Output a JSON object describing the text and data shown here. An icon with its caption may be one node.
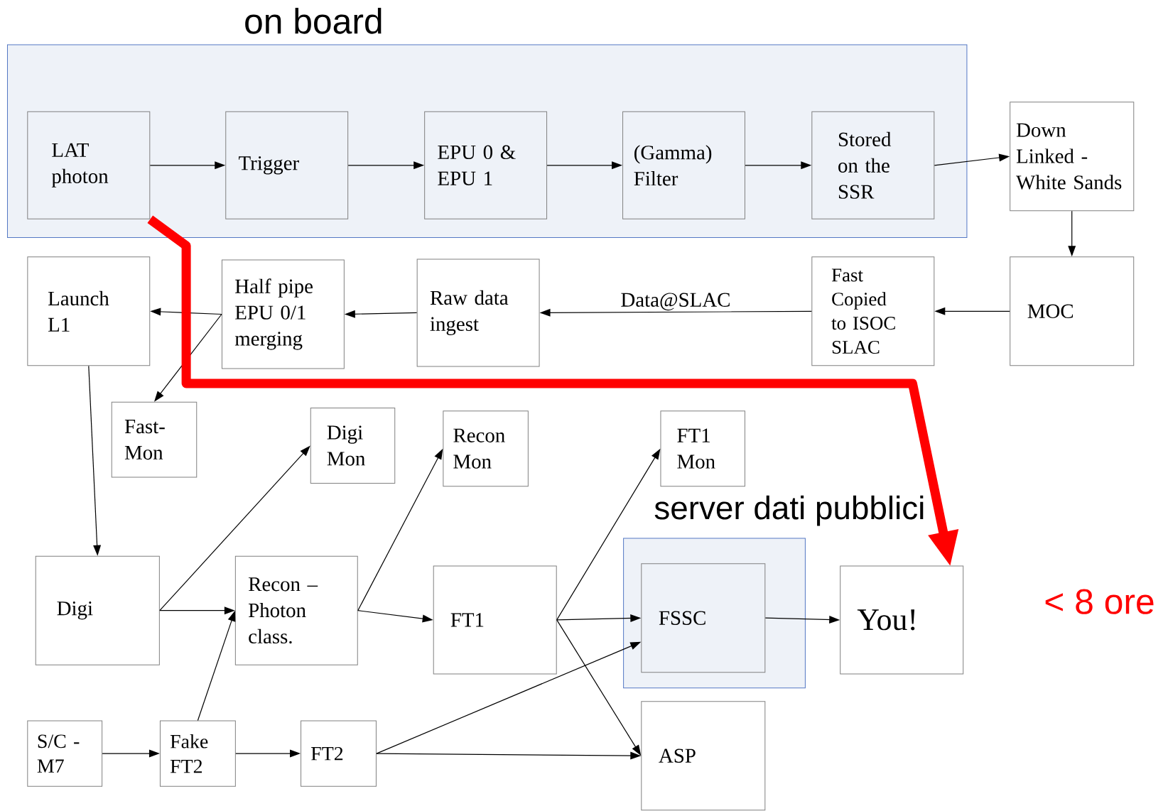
{
  "diagram": {
    "nodes": [
      {
        "text": [
          "on board"
        ]
      },
      {
        "text": [
          "LAT photon"
        ],
        "in": 0
      },
      {
        "text": [
          "Trigger"
        ],
        "in": 0
      },
      {
        "text": [
          "EPU 0 & EPU 1"
        ],
        "in": 0
      },
      {
        "text": [
          "(Gamma) Filter"
        ],
        "in": 0
      },
      {
        "text": [
          "Stored on the SSR"
        ],
        "in": 0
      },
      {
        "text": [
          "Down Linked - White Sands"
        ]
      },
      {
        "text": [
          "MOC"
        ]
      },
      {
        "text": [
          "Fast Copied to ISOC SLAC"
        ]
      },
      {
        "text": [
          "Raw data ingest"
        ]
      },
      {
        "text": [
          "Half pipe EPU 0/1 merging"
        ]
      },
      {
        "text": [
          "Launch L1"
        ]
      },
      {
        "text": [
          "Fast-Mon"
        ]
      },
      {
        "text": [
          "Digi Mon"
        ]
      },
      {
        "text": [
          "Recon Mon"
        ]
      },
      {
        "text": [
          "FT1 Mon"
        ]
      },
      {
        "text": [
          "Digi"
        ]
      },
      {
        "text": [
          "Recon – Photon class."
        ]
      },
      {
        "text": [
          "FT1"
        ]
      },
      {
        "text": [
          "server dati pubblici"
        ]
      },
      {
        "text": [
          "FSSC"
        ],
        "in": 19
      },
      {
        "text": [
          "You!"
        ]
      },
      {
        "text": [
          "S/C - M7"
        ]
      },
      {
        "text": [
          "Fake FT2"
        ]
      },
      {
        "text": [
          "FT2"
        ]
      },
      {
        "text": [
          "ASP"
        ]
      }
    ],
    "edges": [
      {
        "from": 1,
        "to": 2,
        "arrow": "to"
      },
      {
        "from": 2,
        "to": 3,
        "arrow": "to"
      },
      {
        "from": 3,
        "to": 4,
        "arrow": "to"
      },
      {
        "from": 4,
        "to": 5,
        "arrow": "to"
      },
      {
        "from": 5,
        "to": 6,
        "arrow": "to"
      },
      {
        "from": 6,
        "to": 7,
        "arrow": "to"
      },
      {
        "from": 7,
        "to": 8,
        "arrow": "to"
      },
      {
        "from": 8,
        "to": 9,
        "arrow": "to",
        "label": "Data@SLAC"
      },
      {
        "from": 9,
        "to": 10,
        "arrow": "to"
      },
      {
        "from": 10,
        "to": 11,
        "arrow": "to"
      },
      {
        "from": 10,
        "to": 12,
        "arrow": "to"
      },
      {
        "from": 11,
        "to": 16,
        "arrow": "to"
      },
      {
        "from": 16,
        "to": 13,
        "arrow": "to"
      },
      {
        "from": 16,
        "to": 17,
        "arrow": "to"
      },
      {
        "from": 17,
        "to": 14,
        "arrow": "to"
      },
      {
        "from": 17,
        "to": 18,
        "arrow": "to"
      },
      {
        "from": 18,
        "to": 15,
        "arrow": "to"
      },
      {
        "from": 18,
        "to": 20,
        "arrow": "to"
      },
      {
        "from": 18,
        "to": 25,
        "arrow": "to"
      },
      {
        "from": 22,
        "to": 23,
        "arrow": "to"
      },
      {
        "from": 23,
        "to": 17,
        "arrow": "to"
      },
      {
        "from": 23,
        "to": 24,
        "arrow": "to"
      },
      {
        "from": 24,
        "to": 20,
        "arrow": "to"
      },
      {
        "from": 24,
        "to": 25,
        "arrow": "to"
      },
      {
        "from": 20,
        "to": 21,
        "arrow": "to"
      },
      {
        "from": 1,
        "to": 21,
        "arrow": "to",
        "style": "thick",
        "color": "#ff0000"
      }
    ],
    "labels": [
      "< 8 ore"
    ]
  }
}
